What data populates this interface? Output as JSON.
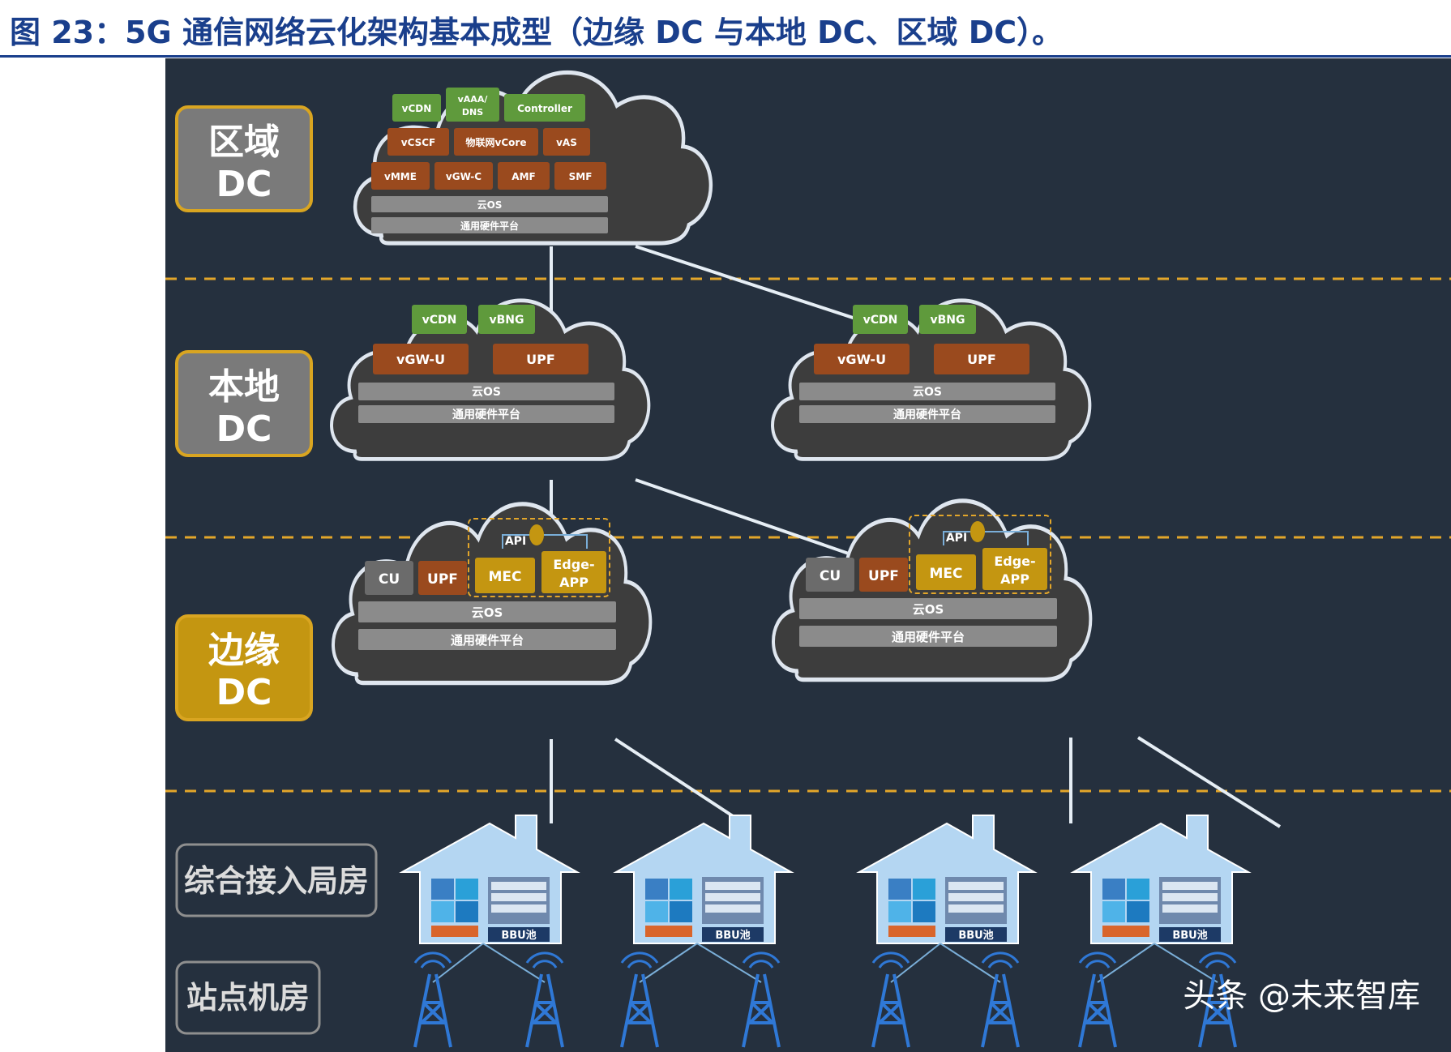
{
  "title": "图 23：5G 通信网络云化架构基本成型（边缘 DC 与本地 DC、区域 DC）。",
  "tiers": {
    "regional": {
      "line1": "区域",
      "line2": "DC"
    },
    "local": {
      "line1": "本地",
      "line2": "DC"
    },
    "edge": {
      "line1": "边缘",
      "line2": "DC"
    },
    "access_office": "综合接入局房",
    "site_room": "站点机房"
  },
  "regional_cloud": {
    "row1": [
      "vCDN",
      "vAAA/\nDNS",
      "Controller"
    ],
    "row2": [
      "vCSCF",
      "物联网vCore",
      "vAS"
    ],
    "row3": [
      "vMME",
      "vGW-C",
      "AMF",
      "SMF"
    ],
    "os": "云OS",
    "hw": "通用硬件平台"
  },
  "local_cloud": {
    "green": [
      "vCDN",
      "vBNG"
    ],
    "brown": [
      "vGW-U",
      "UPF"
    ],
    "os": "云OS",
    "hw": "通用硬件平台"
  },
  "edge_cloud": {
    "cu": "CU",
    "upf": "UPF",
    "api": "API",
    "mec": "MEC",
    "edge_app_line1": "Edge-",
    "edge_app_line2": "APP",
    "os": "云OS",
    "hw": "通用硬件平台"
  },
  "bbu_label": "BBU池",
  "watermark": "头条 @未来智库",
  "colors": {
    "panel": "#25303e",
    "cloud_fill": "#3d3d3d",
    "cloud_stroke": "#dfe6ef",
    "green": "#5f9a3c",
    "brown": "#9a4a1e",
    "gold": "#c49611",
    "gray_bar": "#8b8b8b",
    "label_border": "#d9a521",
    "dash": "#e3a62a",
    "title": "#1a3f8c",
    "tower": "#2f78d6",
    "house": "#b4d6f2"
  }
}
